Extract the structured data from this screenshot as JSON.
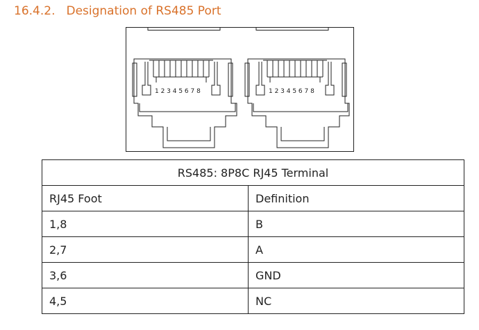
{
  "section": {
    "number": "16.4.2.",
    "title": "Designation of RS485 Port"
  },
  "figure": {
    "pin_labels": "1 2 3 4 5 6 7 8"
  },
  "table": {
    "caption": "RS485: 8P8C RJ45 Terminal",
    "headers": [
      "RJ45 Foot",
      "Definition"
    ],
    "rows": [
      [
        "1,8",
        "B"
      ],
      [
        "2,7",
        "A"
      ],
      [
        "3,6",
        "GND"
      ],
      [
        "4,5",
        "NC"
      ]
    ]
  },
  "colors": {
    "heading": "#d9722b",
    "line": "#222222"
  }
}
